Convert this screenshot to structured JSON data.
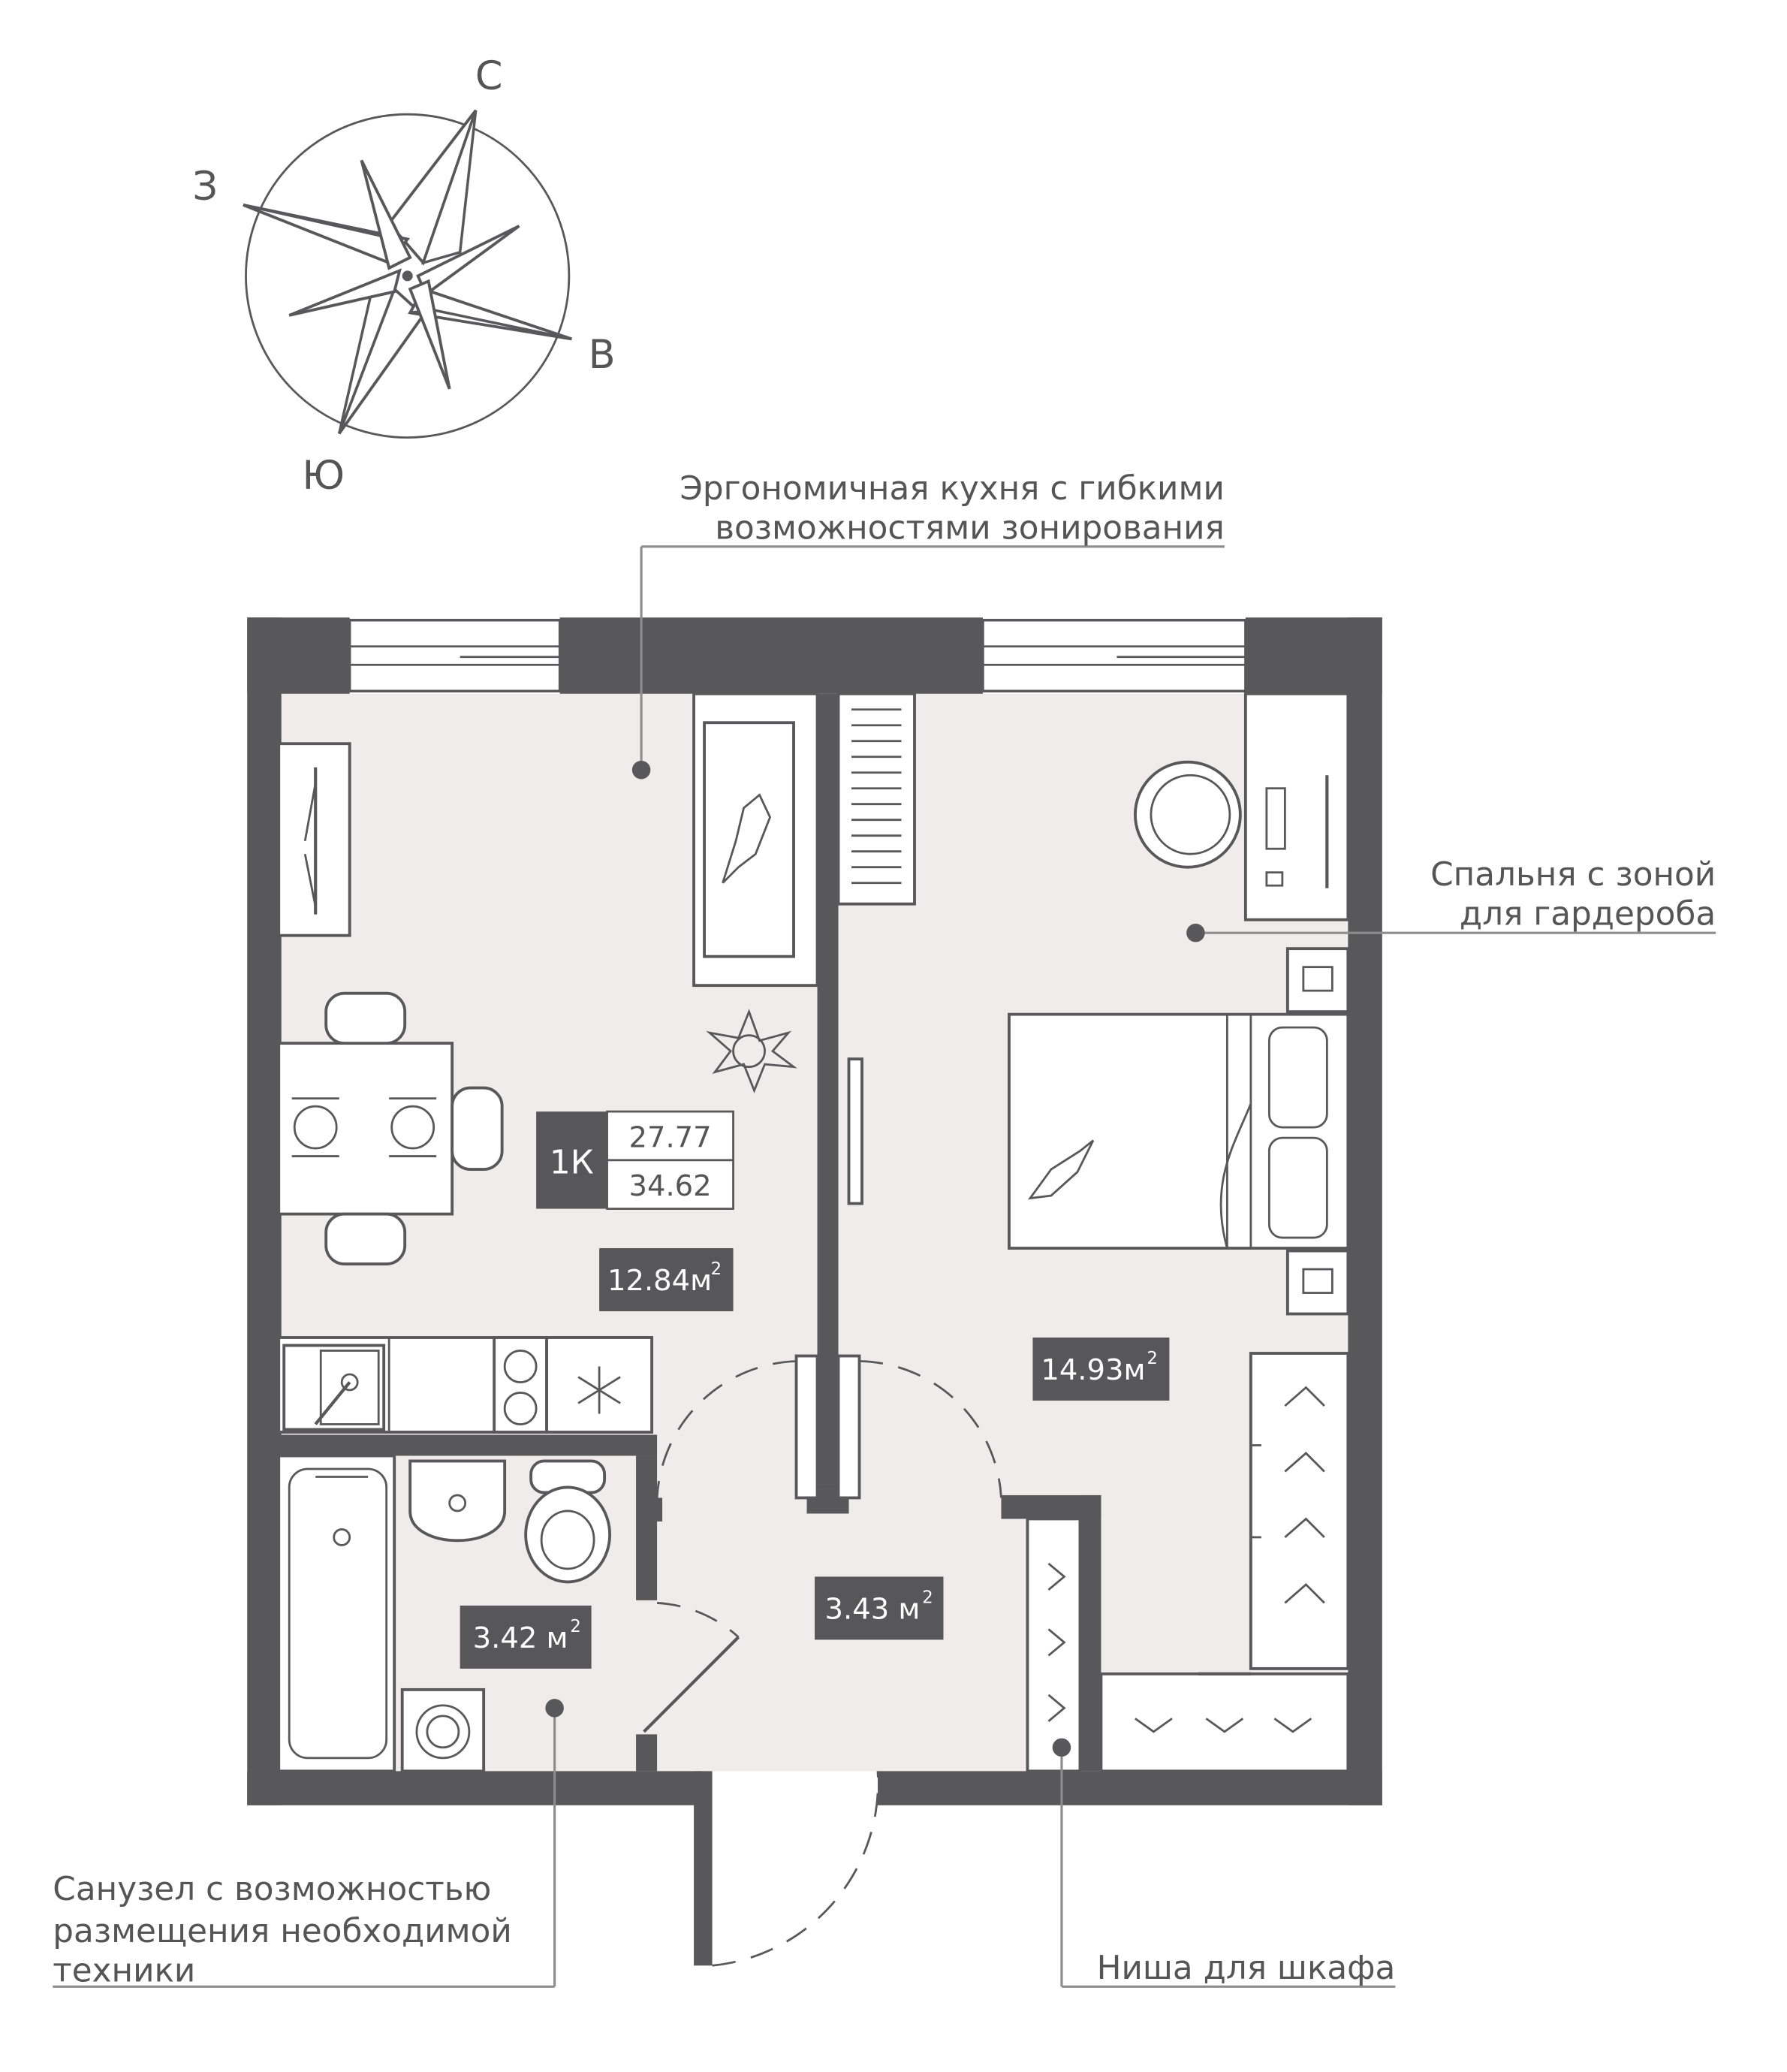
{
  "compass": {
    "north": "С",
    "west": "З",
    "east": "В",
    "south": "Ю"
  },
  "callouts": {
    "kitchen": [
      "Эргономичная кухня с гибкими",
      "возможностями зонирования"
    ],
    "bedroom": [
      "Спальня с зоной",
      "для гардероба"
    ],
    "bathroom": [
      "Санузел с возможностью",
      "размещения необходимой",
      "техники"
    ],
    "niche": [
      "Ниша для шкафа"
    ]
  },
  "apartment": {
    "type": "1К",
    "living_area": "27.77",
    "total_area": "34.62"
  },
  "rooms": {
    "kitchen_living": {
      "value": "12.84м",
      "sup": "2"
    },
    "bedroom": {
      "value": "14.93м",
      "sup": "2"
    },
    "bathroom": {
      "value": "3.42 м",
      "sup": "2"
    },
    "hallway": {
      "value": "3.43 м",
      "sup": "2"
    }
  }
}
